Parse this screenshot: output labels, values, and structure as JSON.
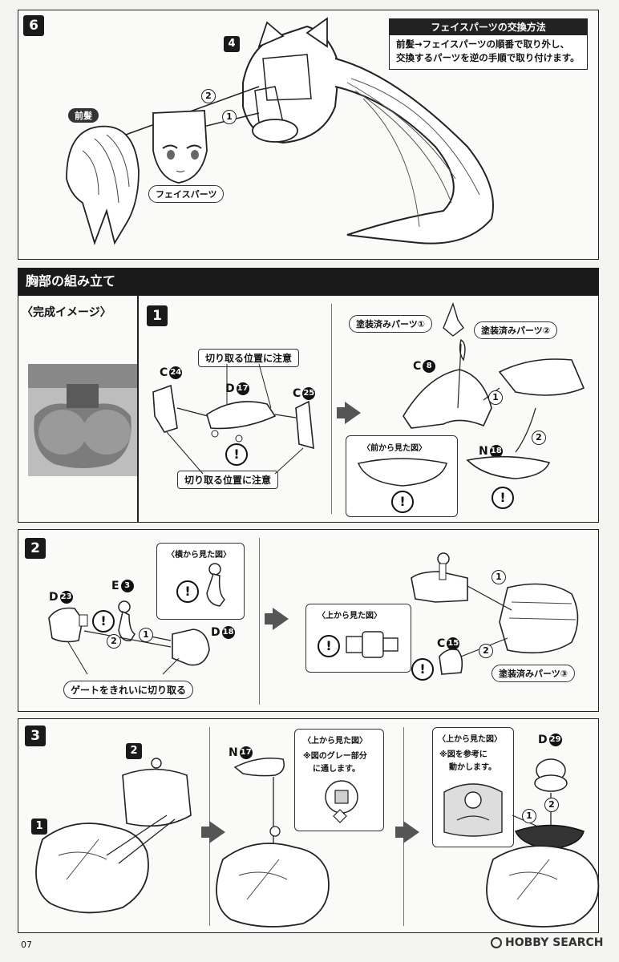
{
  "section6": {
    "step": "6",
    "sub_step": "4",
    "header": "フェイスパーツの交換方法",
    "desc_line1": "前髪→フェイスパーツの順番で取り外し、",
    "desc_line2": "交換するパーツを逆の手順で取り付けます。",
    "bangs_label": "前髪",
    "face_label": "フェイスパーツ",
    "order1": "1",
    "order2": "2"
  },
  "chest": {
    "title": "胸部の組み立て",
    "complete_image": "〈完成イメージ〉",
    "step1": {
      "num": "1",
      "cut_note_top": "切り取る位置に注意",
      "cut_note_bottom": "切り取る位置に注意",
      "c24": "C",
      "c24_num": "24",
      "d17": "D",
      "d17_num": "17",
      "c25": "C",
      "c25_num": "25",
      "painted1": "塗装済みパーツ①",
      "painted2": "塗装済みパーツ②",
      "c8": "C",
      "c8_num": "8",
      "n18": "N",
      "n18_num": "18",
      "front_view": "〈前から見た図〉"
    },
    "step2": {
      "num": "2",
      "side_view": "〈横から見た図〉",
      "e3": "E",
      "e3_num": "3",
      "d23": "D",
      "d23_num": "23",
      "d18": "D",
      "d18_num": "18",
      "gate_note": "ゲートをきれいに切り取る",
      "top_view": "〈上から見た図〉",
      "c15": "C",
      "c15_num": "15",
      "painted3": "塗装済みパーツ③"
    },
    "step3": {
      "num": "3",
      "sub1": "1",
      "sub2": "2",
      "n17": "N",
      "n17_num": "17",
      "top_view1": "〈上から見た図〉",
      "gray_note1": "※図のグレー部分",
      "gray_note2": "に通します。",
      "top_view2": "〈上から見た図〉",
      "ref_note1": "※図を参考に",
      "ref_note2": "動かします。",
      "d29": "D",
      "d29_num": "29"
    }
  },
  "footer": {
    "page": "07",
    "watermark": "HOBBY SEARCH"
  }
}
